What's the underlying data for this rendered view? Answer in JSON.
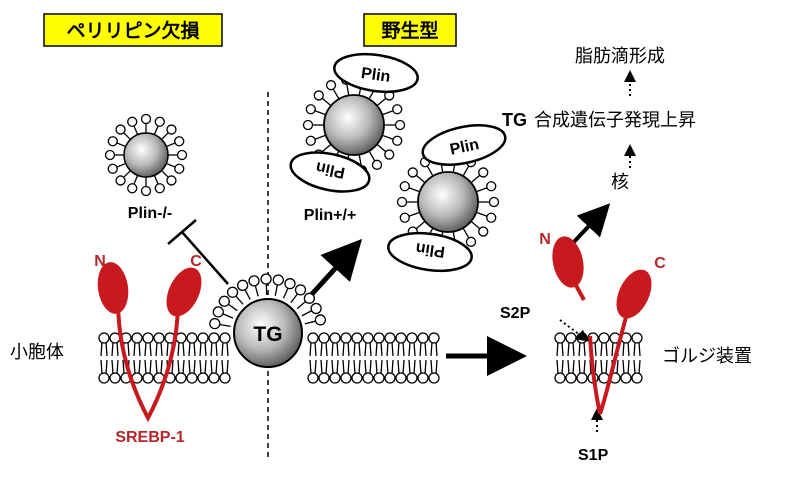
{
  "labels": {
    "perilipin_deficient": "ペリリピン欠損",
    "wild_type": "野生型",
    "lipid_droplet_formation": "脂肪滴形成",
    "tg_label": "TG",
    "gene_expression": "合成遺伝子発現上昇",
    "nucleus": "核",
    "plin_ko": "Plin-/-",
    "plin_wt": "Plin+/+",
    "n_left": "N",
    "c_left": "C",
    "n_right": "N",
    "c_right": "C",
    "s2p": "S2P",
    "s1p": "S1P",
    "er": "小胞体",
    "golgi": "ゴルジ装置",
    "srebp": "SREBP-1",
    "tg_core": "TG",
    "plin1": "Plin",
    "plin2": "Plin",
    "plin3": "Plin",
    "plin4": "Plin"
  },
  "colors": {
    "highlight": "#ffff00",
    "srebp_red": "#c8191e",
    "srebp_text": "#b3262a"
  }
}
